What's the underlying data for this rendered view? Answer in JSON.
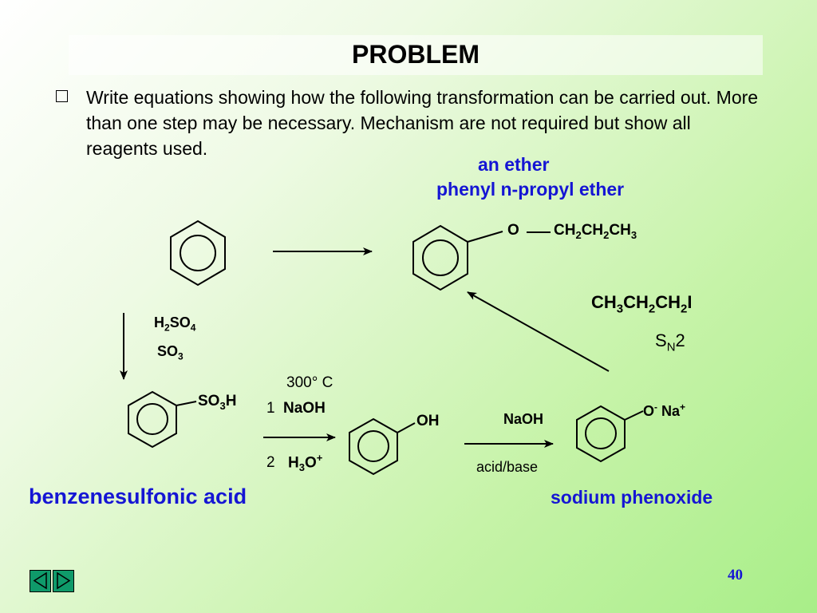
{
  "slide": {
    "title": "PROBLEM",
    "problem_text": "Write equations showing how the following transformation can be carried out.  More than one step may be necessary. Mechanism are not required but show all reagents used.",
    "page_number": "40"
  },
  "labels": {
    "ether_line1": "an ether",
    "ether_line2": "phenyl n-propyl ether",
    "benzenesulfonic_acid": "benzenesulfonic acid",
    "sodium_phenoxide": "sodium phenoxide"
  },
  "formulas": {
    "ether_oxygen": "O",
    "propyl_group": [
      "CH",
      "2",
      "CH",
      "2",
      "CH",
      "3"
    ],
    "sulfonation_reagent_1": [
      "H",
      "2",
      "SO",
      "4"
    ],
    "sulfonation_reagent_2": [
      "SO",
      "3"
    ],
    "sulfonic_group": [
      "SO",
      "3",
      "H"
    ],
    "fusion_temperature": "300° C",
    "step_1_number": "1",
    "step_1_reagent": "NaOH",
    "step_2_number": "2",
    "step_2_reagent": [
      "H",
      "3",
      "O",
      "+"
    ],
    "phenol_group": "OH",
    "deprotonation_reagent": "NaOH",
    "deprotonation_condition": "acid/base",
    "phenoxide_group": [
      "O",
      "-",
      " Na",
      "+"
    ],
    "alkyl_halide": [
      "CH",
      "3",
      "CH",
      "2",
      "CH",
      "2",
      "I"
    ],
    "mechanism": [
      "S",
      "N",
      "2"
    ]
  },
  "navigation": {
    "back_icon": "triangle-left-icon",
    "forward_icon": "triangle-right-icon"
  },
  "colors": {
    "label_blue": "#1515d4",
    "nav_green": "#0f9a6a"
  }
}
